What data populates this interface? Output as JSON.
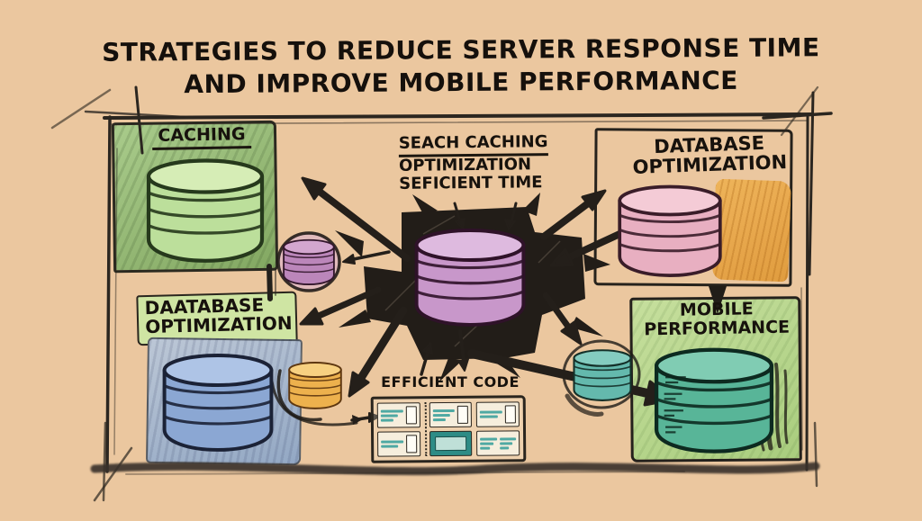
{
  "background_color": "#ebc79f",
  "title": {
    "line1": "STRATEGIES TO REDUCE SERVER RESPONSE TIME",
    "line2": "AND IMPROVE MOBILE PERFORMANCE"
  },
  "nodes": {
    "caching": {
      "label": "CACHING",
      "icon": "green-database-cylinder-icon",
      "panel_color": "#8fb571",
      "cylinder_color": "#bcdf9b"
    },
    "database_optimization_left": {
      "line1": "DAATABASE",
      "line2": "OPTIMIZATION",
      "icon": "blue-database-cylinder-icon",
      "label_color": "#cfe5a3",
      "cylinder_color": "#8ba7d3"
    },
    "central_hub": {
      "line1": "SEACH CACHING",
      "line2": "OPTIMIZATION",
      "line3": "SEFICIENT TIME",
      "icon": "purple-database-cylinder-icon",
      "cylinder_color": "#c897ca",
      "burst_color": "#221d18"
    },
    "database_optimization_right": {
      "line1": "DATABASE",
      "line2": "OPTIMIZATION",
      "icon": "pink-database-cylinder-icon",
      "cylinder_color": "#e8afc1",
      "accent_color": "#e9a84a"
    },
    "mobile_performance": {
      "line1": "MOBILE",
      "line2": "PERFORMANCE",
      "icon": "teal-database-cylinder-icon",
      "panel_color": "#bedb90",
      "cylinder_color": "#58b598"
    },
    "efficient_code": {
      "label": "EFFICIENT CODE",
      "icon": "code-documents-icon",
      "accent_color": "#4fa9a3"
    }
  },
  "satellites": [
    {
      "icon": "purple-disk-icon",
      "color": "#bb86ba"
    },
    {
      "icon": "yellow-disk-icon",
      "color": "#edb14d"
    },
    {
      "icon": "teal-disk-icon",
      "color": "#64b9ad"
    }
  ],
  "connections": [
    {
      "from": "central-hub",
      "to": "caching",
      "direction": "outward"
    },
    {
      "from": "central-hub",
      "to": "purple-disk",
      "direction": "outward"
    },
    {
      "from": "central-hub",
      "to": "database-optimization-right",
      "direction": "outward"
    },
    {
      "from": "right-side",
      "to": "central-hub",
      "direction": "inward"
    },
    {
      "from": "central-hub",
      "to": "database-optimization-left",
      "direction": "outward"
    },
    {
      "from": "central-hub",
      "to": "yellow-disk",
      "direction": "outward"
    },
    {
      "from": "central-hub",
      "to": "teal-disk",
      "direction": "outward"
    },
    {
      "from": "central-hub",
      "to": "mobile-performance",
      "direction": "outward"
    },
    {
      "from": "central-hub",
      "to": "efficient-code",
      "direction": "outward"
    },
    {
      "from": "caching",
      "to": "database-optimization-left",
      "direction": "downward"
    },
    {
      "from": "database-optimization-right",
      "to": "mobile-performance",
      "direction": "downward"
    }
  ],
  "style": {
    "ink_color": "#241f1a",
    "frame_color": "#2b2620"
  }
}
